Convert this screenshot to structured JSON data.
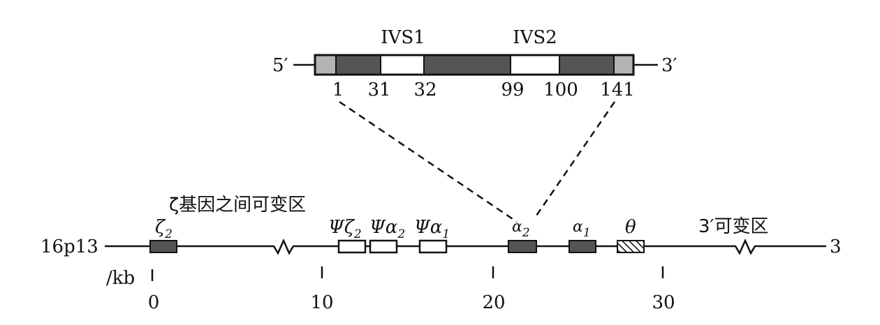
{
  "colors": {
    "line": "#111111",
    "exon": "#555555",
    "utr": "#b3b3b3",
    "intron": "#ffffff"
  },
  "gene_structure": {
    "five_prime": "5′",
    "three_prime": "3′",
    "intron1_label": "IVS1",
    "intron2_label": "IVS2",
    "positions": [
      "1",
      "31",
      "32",
      "99",
      "100",
      "141"
    ]
  },
  "cluster": {
    "chromosome_label": "16p13",
    "end_label": "3",
    "zeta_region_label": "ζ基因之间可变区",
    "three_prime_region_label": "3′可变区",
    "genes": [
      {
        "id": "zeta2",
        "symbol": "ζ",
        "sub": "2",
        "style": "filled"
      },
      {
        "id": "psi-zeta2",
        "symbol": "Ψζ",
        "sub": "2",
        "style": "open"
      },
      {
        "id": "psi-alpha2",
        "symbol": "Ψα",
        "sub": "2",
        "style": "open"
      },
      {
        "id": "psi-alpha1",
        "symbol": "Ψα",
        "sub": "1",
        "style": "open"
      },
      {
        "id": "alpha2",
        "symbol": "α",
        "sub": "2",
        "style": "filled"
      },
      {
        "id": "alpha1",
        "symbol": "α",
        "sub": "1",
        "style": "filled"
      },
      {
        "id": "theta",
        "symbol": "θ",
        "sub": "",
        "style": "hatched"
      }
    ]
  },
  "scale": {
    "unit_label": "/kb",
    "ticks": [
      "0",
      "10",
      "20",
      "30"
    ]
  }
}
